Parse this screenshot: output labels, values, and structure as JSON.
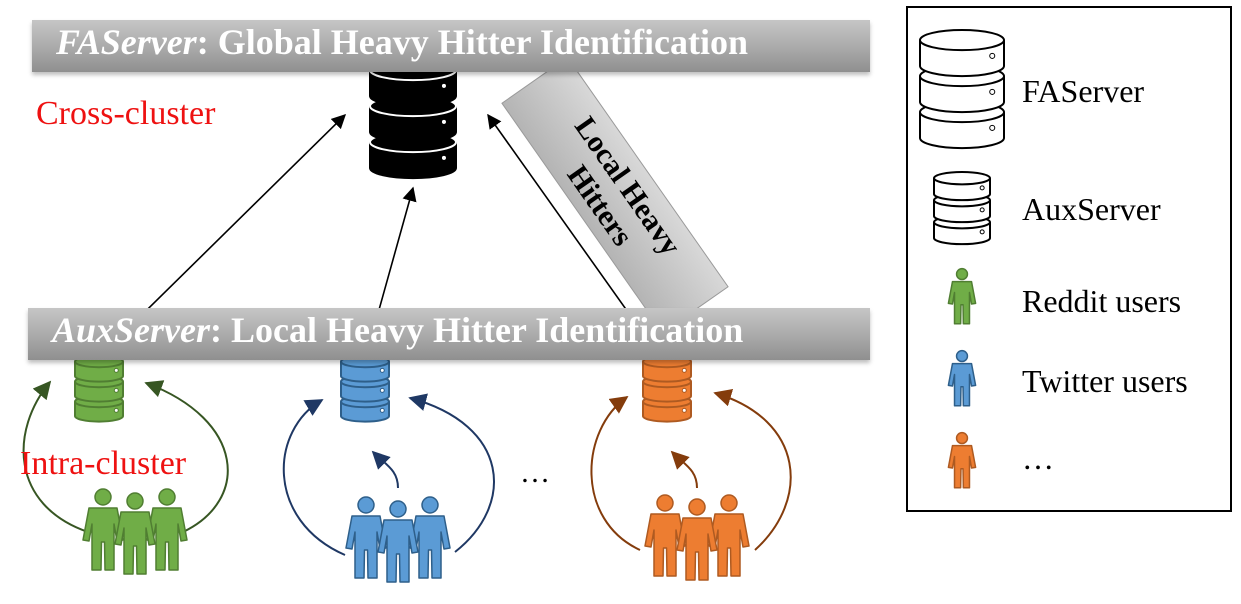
{
  "banners": {
    "global": {
      "italic": "FAServer",
      "rest": ": Global Heavy Hitter Identification"
    },
    "local": {
      "italic": "AuxServer",
      "rest": ": Local Heavy Hitter Identification"
    }
  },
  "labels": {
    "cross_cluster": "Cross-cluster",
    "intra_cluster": "Intra-cluster",
    "local_heavy_line1": "Local Heavy",
    "local_heavy_line2": "Hitters",
    "ellipsis": "…"
  },
  "legend": {
    "items": [
      {
        "label": "FAServer",
        "icon": "database-outline-large-icon"
      },
      {
        "label": "AuxServer",
        "icon": "database-outline-small-icon"
      },
      {
        "label": "Reddit users",
        "icon": "user-green-icon"
      },
      {
        "label": "Twitter users",
        "icon": "user-blue-icon"
      },
      {
        "label": "…",
        "icon": "user-orange-icon"
      }
    ]
  },
  "colors": {
    "faserver": "#000000",
    "reddit": "#70ad47",
    "reddit_stroke": "#507e32",
    "reddit_arrow": "#375623",
    "twitter": "#5b9bd5",
    "twitter_stroke": "#2e5f8a",
    "twitter_arrow": "#1f3864",
    "orange": "#ed7d31",
    "orange_stroke": "#ae5a21",
    "orange_arrow": "#843c0c",
    "label_red": "#ee1111"
  }
}
